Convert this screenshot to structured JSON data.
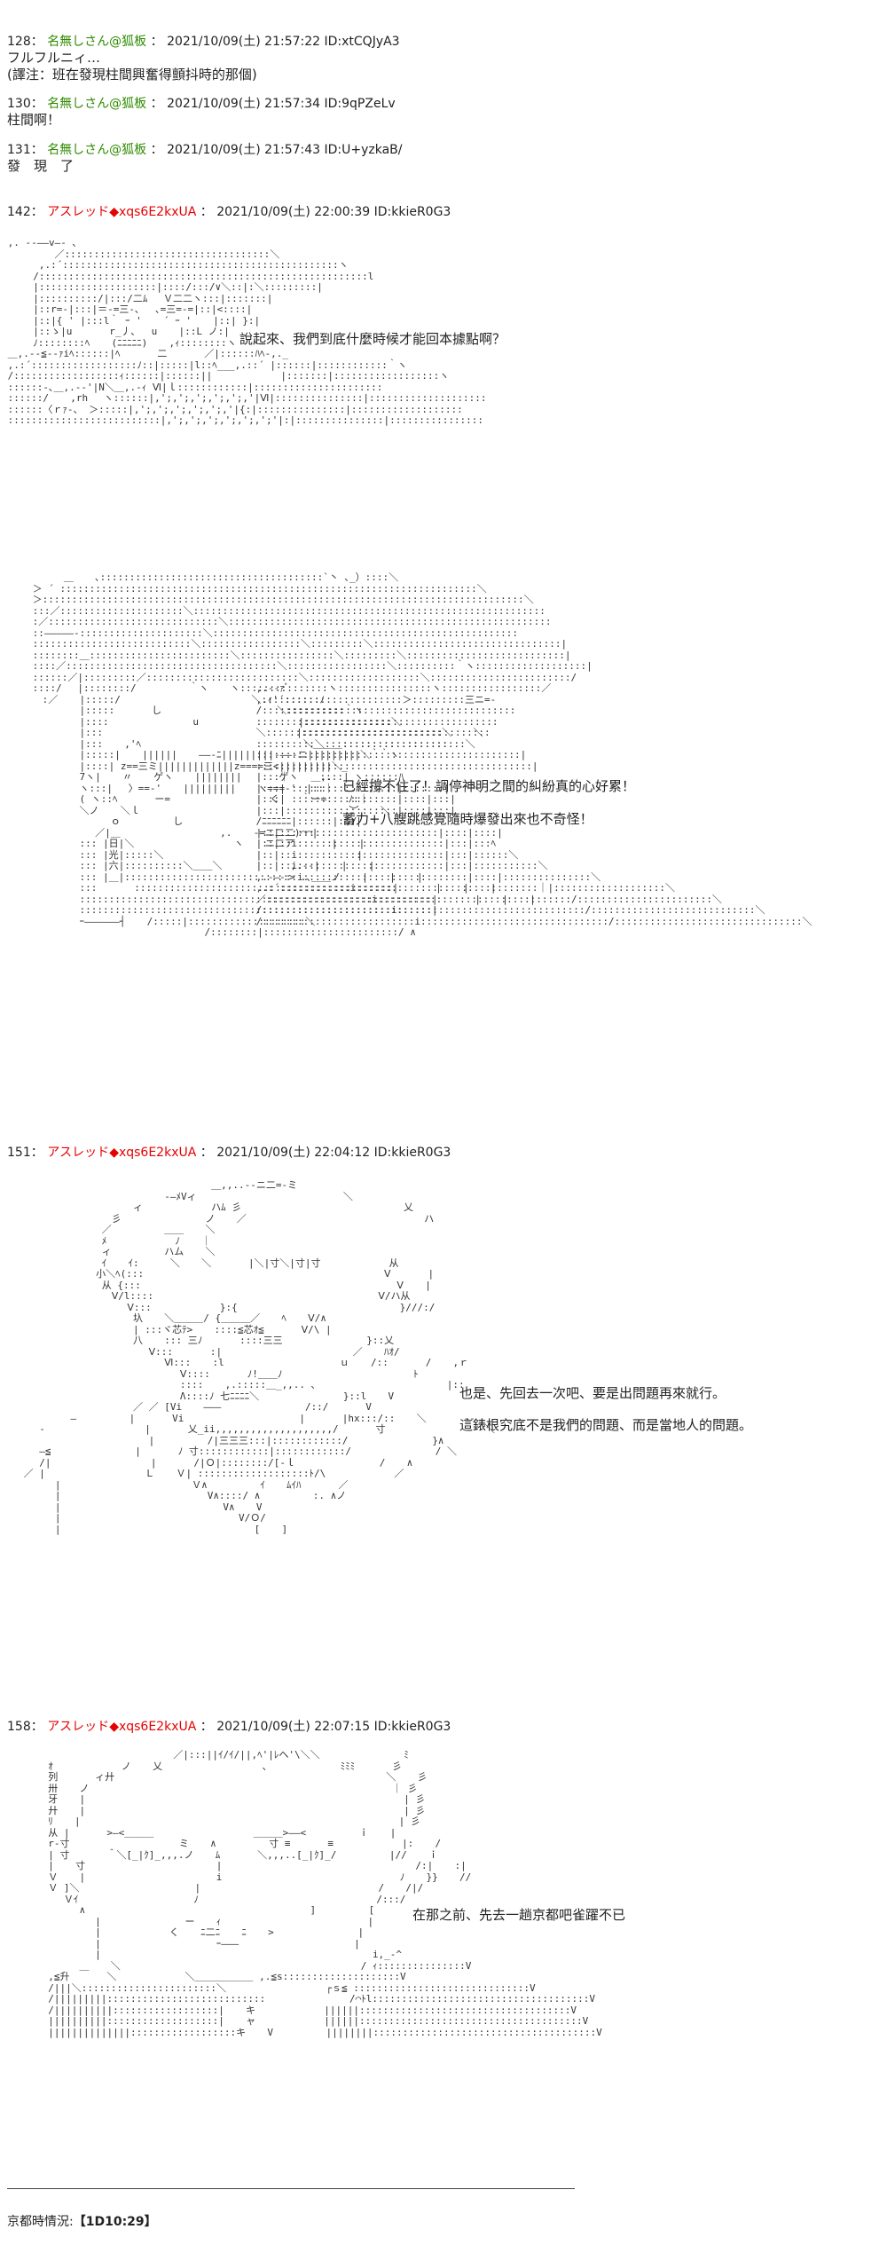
{
  "posts": [
    {
      "num": "128",
      "sep": "：",
      "name": "名無しさん@狐板",
      "date": "2021/10/09(土) 21:57:22",
      "id": "ID:xtCQJyA3",
      "lines": [
        "フルフルニィ…",
        "(譯注：班在發現柱間興奮得顫抖時的那個)"
      ]
    },
    {
      "num": "130",
      "sep": "：",
      "name": "名無しさん@狐板",
      "date": "2021/10/09(土) 21:57:34",
      "id": "ID:9qPZeLv",
      "lines": [
        "柱間啊！"
      ]
    },
    {
      "num": "131",
      "sep": "：",
      "name": "名無しさん@狐板",
      "date": "2021/10/09(土) 21:57:43",
      "id": "ID:U+yzkaB/",
      "lines": [
        "發　現　了"
      ]
    },
    {
      "num": "142",
      "sep": "：",
      "name": "アスレッド",
      "trip": "◆xqs6E2kxUA",
      "date": "2021/10/09(土) 22:00:39",
      "id": "ID:kkieR0G3",
      "speech": [
        "說起來、我們到底什麼時候才能回本據點啊？"
      ]
    },
    {
      "speech": [
        "已經撐不住了！調停神明之間的糾紛真的心好累！",
        "蓄力+八艘跳感覺隨時爆發出來也不奇怪！"
      ]
    },
    {
      "num": "151",
      "sep": "：",
      "name": "アスレッド",
      "trip": "◆xqs6E2kxUA",
      "date": "2021/10/09(土) 22:04:12",
      "id": "ID:kkieR0G3",
      "speech": [
        "也是、先回去一次吧、要是出問題再來就行。",
        "這錶根究底不是我們的問題、而是當地人的問題。"
      ]
    },
    {
      "num": "158",
      "sep": "：",
      "name": "アスレッド",
      "trip": "◆xqs6E2kxUA",
      "date": "2021/10/09(土) 22:07:15",
      "id": "ID:kkieR0G3",
      "speech": [
        "在那之前、先去一趟京都吧雀躍不已"
      ]
    }
  ],
  "footer": {
    "label": "京都時情況:",
    "value": "【1D10:29】"
  },
  "art": {
    "a1": " ,. --――v―‐ ､\n 　 　 　 ／:::::::::::::::::::::::::::::::::::＼\n 　 　 ,.:´:::::::::::::::::::::::::::::::::::::::::::::::ヽ\n 　 　/::::::::::::::::::::::::::::::::::::::::::::::::::::::::l\n 　 　|::::::::::::::::::::|::::/:::/∨＼::|:＼:::::::::|\n 　 　|::::::::::/|:::/二ﾑ　 Ｖ二二ヽ:::|:::::::|\n 　 　|::r=-|:::|＝-=三-､　 ､=三=-=|::|<::::|\n 　 　|::|{ ' |:::l｀ ｰ ' 　 ´ ｰ ' 　 |::| }:|\n 　 　|::ゝ|u 　 　 r_丿､ 　u 　 |::L ノ:|\n 　 　ﾉ::::::::ﾍ 　 (ﾆﾆﾆﾆﾆ) 　 ,ｨ::::::::ヽ\n ＿,.-‐≦-‐ｧiﾍ::::::|ﾍ 　 　 二 　 　 ／|::::::ﾊﾍ-,._\n ,.:´::::::::::::::::::ﾉ::|:::::|l::ﾍ___,.::´ |::::::|::::::::::::｀ヽ\n /::::::::::::::::::ｨ::::::|::::::|| 　 　 　 　 |:::::::|::::::::::::::::::ヽ\n ::::::-､＿,.-‐'|N＼＿,.-ｨ Ⅵ|ｌ::::::::::::|::::::::::::::::::::::\n ::::::/ 　 ,rh 　ヽ::::::|,';,';,';,';,';,'|Ⅵ|:::::::::::::::|::::::::::::::::::::\n ::::::〈ｒｧ-、 ＞:::::|,';,';,';,';,';,'|{:|:::::::::::::::|:::::::::::::::::::\n ::::::::::::::::::::::::::|,';,';,';,';,';,';'|:|:::::::::::::::|::::::::::::::::",
    "a2": " 　　　　　　　　　　　　　　　　　_,.. ‐―― 、\n 　　　　　　　　　　　　　　　 ／::::::::::::::::::::::::::::::::＼\n 　　　　　　　　　　　　　　 /::::::::::::::::::::::::::::::::::::::::::＼\n 　　　　　　　　　　　　　 /:::::::::::::::::::::::::::::::::::::::::::::::ヽ\n 　　　　　　　　　　　　 /:::::::::/:::::::::::::::::::::::::::::::::::::::::::::ﾍ\n 　　　　　　　　　　　 /::::::::/::::/:::/:::::::::::::::::::::::::::::::::::::::',\n 　　　　　　　　　　　/::::::::/::::/:::/::::::::::/::::::::::::::::::::::::::::::|\n 　　　　　　　　　　/::::::::/::::/:::/::::/:::::/::::/:::::::::::::::::::::::::::l\n 　　　　　　　　　 /::::::::::::::::::::::::::/::::::::::/:::::::::::::::::::::::::::,:l\n ―――――――――――‐/::::::::::::::::::::::::::/::::::::::/::::::::::::::::::::::::::／｀",
    "a3": " 　　　　　　 　 　 　 　 ＿,,..、-―‐ ､\n 　　　　　　　 　 　 ,.ｨ´::::::::::::::::::::::::::::::::`ヽ\n 　　　　　　　 　 　/::::::::::::::::::::::::::::::::::::::::::::::::ヽ",
    "b1": " 　 　 ＿ 　 ､::::::::::::::::::::::::::::::::::::::`丶 ､_）::::＼\n ＞ ´ :::::::::::::::::::::::::::::::::::::::::::::::::::::::::::::::::::::::＼\n ＞::::::::::::::::::::::::::::::::::::::::::::::::::::::::::::::::::::::::::::::::::＼\n :::／:::::::::::::::::::::＼::::::::::::::::::::::::::::::::::::::::::::::::::::::::::::\n :／:::::::::::::::::::::::::::::＼:::::::::::::::::::::::::::::::::::::::::::::::::::::::\n ::―――――‐:::::::::::::::::::::＼::::::::::::::::::::::::::::::::::::::::::::::::::::\n :::::::::::::::::::::::::::＼:::::::::::::::::＼:::::::::＼::::::::::::::::::::::::::::::::|\n ::::::::＿::::::::::::::::::::::::＼::::::::::::::::＼:::::::::＼:::::::::::::::::::::::::::|\n ::::／::::::::::::::::::::::::::::::::::::＼:::::::::::::::::＼::::::::::｀ヽ:::::::::::::::::::|\n ::::::／|:::::::::／::::::::::::::::::::::::::＼:::::::::::::::::::＼::::::::::::::::::::::::/\n ::::/ 　|::::::::/ 　 　 　 ｀ヽ 　 ヽ:::::::::::::::ヽ::::::::::::::::ヽ:::::::::::::::::／\n 　:／ 　 |:::::/ 　 　 　 　 　 　 　 　 ＼::::::::::::::::::::::::＞:::::::::三ニ=-\n 　 　 　 |::::: 　 　 し 　 　 　 　 　 　 　 ＼:::::::::::::::::::::::::::::::::::::::\n 　 　 　 |:::: 　 　 　 　 　 u 　 　 　 　 　 　 |:::::::::::::::::::::::::::::::::\n 　 　 　 |::: 　 　 　 　 　 　 　 　 　 　 　 　 |::::::::::::::::::::::::::::::::\n 　 　 　 |::: 　 ,'ﾍ 　 　 　 　 　 　 　 　 　 　 ＼＿＿＿::::::::::::::::::\n 　 　 　 |:::::| 　 |||||| 　 ――‐ﾆ|||||||||‐――‐ニ|||||||||＼｀｀ヽ\n 　 　 　 |::::| z==三ミ|||||||||||||z====三<|||||||||＼_\n 　 　 　 7ヽ| 　 〃 　 ゲヽ 　 |||||||| 　 　 ゲヽ 　 ::::|\n 　 　 　 ヽ:::|　 〉==-' 　 ||||||||| 　 ヽ===-'　|::｜\n 　 　 　 ( ヽ::ﾍ 　 　 ー= 　 　 　 　 　 　 く 　 ｀ー= 　 ﾉ:｜\n 　 　 　 ＼ノ 　 ＼ｌ 　 　 　 　 　 　 　 　 　 　 　 　 　 ︶ 　 ＼\n 　 　 　 　 　 ｏ 　 　 　 し 　 　 　 　 　 　 　 　 　 　 ,/\n 　 　 　 　 ／|＿ 　 　 　 　 　 　 ,. 　 -=ニ二二)⌒⌒|\n 　 　 　 ::: |日|＼ 　 　 　 　 　 　 ヽ 　 ニ二ア 　 　 | 　 |\n 　 　 　 ::: |光|:::::＼ 　 　 　 　 　 　 　 　 　 　 　 　 |\n 　 　 　 ::: |六|::::::::::＼＿＿＼ 　 　 　 　 ,.-‐| 　 | 　 |\n 　 　 　 ::: |＿|::::::::::::::::::::::::::::> .､＿＿ノ 　 | 　 | 　 |\n 　 　 　 ::: 　 　 ::::::::::::::::::::::::::::::::::::::::::::| 　 　 | 　 | 　 |\n 　 　 　 ::::::::::::::::::::::::::::::::::::::::::::::::::::::::::::| 　 　 | 　 | 　 |\n 　 　 　 ::::::::::::::::::::::::::::::::::::::::::::::::::::::::::::|\n 　 　 　 ｰ――――――┤ 　 /:::::|::::::::::::::::::::＼\n 　 　 　 　 　 　 　 　 　 　 　 /::::::::|:::::::::::::::::::::::/ ∧",
    "b2": " ,.-‐ｧﾞ\n ,.ｨ'´::::::ﾉ\n /::::::::::::::｀ヽ\n :::::::::::::::::::::::＼\n ＼::::::::::::::::::::::::::::::＼ 　 ＼\n ::::::::::＼::::::::::::::::::::::::＼\n :::::::::::::::::::::::::::::::::::::::::::::|\n :::::::::::::::::::::::::::::::::::::::::::::::|\n |:::｜ 　 ＿,. 　 ヽ::::::ﾊ\n |:::| ::::::::::::::::::|:::::::| 　 ＼\n |:::| ::::::::::::::::::|::::|:::|\n |:::|:::::::::::::::::::|::::|:::|\n /ﾆﾆﾆﾆﾆﾆ|::::::|:::|\n |::|:::::::::::::::::::::::::::|::::|::::|\n |::|::i:::::::::::::::::::::::::|:::|:::ﾍ\n |::|::i:::::::::::::::::::::::::|:::|::::::＼\n |::|::i:::::::::::::::::::::::::|:::|:::::::::::＼\n ,.-―‐::i::::::::::::::::::::::::::::|::::|:::::::::::::::＼\n ,.:´::::::::::::i:::::::::::::::::::::::::::::::｜|:::::::::::::::::::＼\n ／::::::::::::::::::i:::::::::::::::::::::::::::::::::/:::::::::::::::::::::::＼\n /::::::::::::::::::::::i::::::::::::::::::::::::::::::::/::::::::::::::::::::::::::::＼\n /::::::::::::::::::::::::::i::::::::::::::::::::::::::::::::/::::::::::::::::::::::::::::::::＼",
    "c1": " 　 　 　 　 　 　 　 　 　 　 　 　 ＿,,..-‐ニ二=-ミ\n 　 　 　 　 　 　 　 　 　 ‐―ﾒVィ 　 　 　 　 　 　 　 　 　 ＼\n 　 　 　 　 　 　 　 ィ 　 　 　 　 ハﾑ 彡 　 　 　 　 　 　 　 　 　 　 乂\n 　 　 　 　 　 　彡 　 　 　 　 　 ノ 　 ／ 　 　 　 　 　 　 　 　 　 　 　 ハ\n 　 　 　 　 　 ／ 　 　 　 ＿＿ 　 ＼\n 　 　 　 　 　 ﾒ 　 　 　 　 ﾉ 　 ｜\n 　 　 　 　 　 ィ 　 　 　 ハム 　 ＼\n 　 　 　 　 　 ｲ 　 ｲ:　 　 ＼ 　 ＼ 　 　 |＼|寸＼|寸|寸 　 　 　 　 从\n 　 　 　 　 　小＼ﾍ(::: 　 　 　 　 　 　 　 　 　 　 　 　 　 　 　 Ⅴ 　 　 |\n 　 　 　 　 　 从 {::: 　 　 　 　 　 　 　 　 　 　 　 　 　 　 　 　 Ⅴ 　 |\n 　 　 　 　 　 　Ⅴ/l:::: 　 　 　 　 　 　 　 　 　 　 　 　 　 　 Ⅴ/ハ从\n 　 　 　 　 　 　 　Ⅴ::: 　 　 　 　 }:{ 　 　 　 　 　 　 　 　 　 　 }///:/\n 　 　 　 　 　 　 　 圦 　 ＼＿＿＿/ {＿＿＿／ 　 ﾍ 　 Ⅴ/∧\n 　 　 　 　 　 　 　 | :::ヾ芯ﾃ> 　 ::::≦芯ｵ≦ 　 　 Ⅴ/\\ |\n 　 　 　 　 　 　 　 八 　 ::: 三ﾉ 　 　 ::::三三 　 　 　 　 　 }::乂\n 　 　 　 　 　 　 　 　 Ⅴ::: 　 　 :| 　 　 　 　 　 　 　 　 ／ 　 ﾊｵ/\n 　 　 　 　 　 　 　 　 　 Ⅵ::: 　 :l 　 　 　 　 　 　 　 ｕ 　 /:: 　 　 / 　 ,ｒ\n 　 　 　 　 　 　 　 　 　 　 Ⅴ:::: 　 　 ﾉ!＿＿ﾉ 　 　 　 　 　 　 　 　 ﾄ\n 　 　 　 　 　 　 　 　 　 　 :::: 　 ,.:::::＿_,,.. ､ 　 　 　 　 　 　 　 　 |::\n 　 　 　 　 　 　 　 　 　 　 Λ::::ﾉ 七ﾆﾆﾆﾆ＼ 　 　 　 　 　 }::l 　 V\n 　 　 　 　 　 　 　 ／ ／ [Vi 　 ――― 　 　 　 　 　 /::/ 　 　 V\n 　 　 　 ― 　 　 　 | 　 　 Vi 　 　 　 　 　 　 　 | 　 　 |hx:::/:: 　 ＼ 　 　 ‐-\n 　 ‐ 　 　 　 　 　 　 | 　 　 乂_ii,,,,,,,,,,,,,,,,,,,,/ 　 　 寸 　 　 　 　 　 　 ＼\n 　 　 　 　 　 　 　 　 | 　 　 　 /|三三三:::|::::::::::::/ 　 　 　 　 　 }∧\n 　 ―≦ 　 　 　 　 　 | 　 　 ﾉ 寸::::::::::::|::::::::::::/ 　 　 　 　 　 / ＼\n 　 /| 　 　 　 　 　 　 | 　 　 /|Ｏ|::::::::/[-ｌ 　 　 　 　 　 / 　 ∧\n ／ | 　 　 　 　 　 　 Ｌ 　 Ｖ| :::::::::::::::::::ﾄ/\\ 　 　 　 　 ／\n 　 　 | 　 　 　 　 　 　 　 　 Ｖ∧ 　 　 　 ｲ 　 ﾑｲﾊ 　 　 ／\n 　 　 | 　 　 　 　 　 　 　 　 　 V∧::::/ ∧ 　 　 　 :. ∧ノ\n 　 　 | 　 　 　 　 　 　 　 　 　 　 V∧ 　 V\n 　 　 | 　 　 　 　 　 　 　 　 　 　 　 V/Ｏ/\n 　 　 | 　 　 　 　 　 　 　 　 　 　 　 　 [ 　 ]",
    "d1": " 　 　 　 　 　 　 　 　 　 ／|:::||ｲ/ｲ/||,ﾍ'|ﾚヘ'\\＼＼ 　 　 　 　 　 ﾐ\n 　 ｵ 　 　 　 　 ノ 　 乂 　 　 　 　 　 　 、 　 　 　 　 ﾐﾐﾐ 　 　 彡\n 　 列 　 　 ィ廾 　 　 　 　 　 　 　 　 　 　 　 　 　 　 　 　 　 ＼ 　 彡\n 　 卅 　 ノ 　 　 　 　 　 　 　 　 　 　 　 　 　 　 　 　 　 　 　 ｜ 彡\n 　 牙 　 | 　 　 　 　 　 　 　 　 　 　 　 　 　 　 　 　 　 　 　 　 | 彡\n 　 廾 　 | 　 　 　 　 　 　 　 　 　 　 　 　 　 　 　 　 　 　 　 　 | 彡\n 　 ﾘ 　 | 　 　 　 　 　 　 　 　 　 　 　 　 　 　 　 　 　 　 　 　 | 彡\n 　 从 | 　 　 >―<＿＿＿ 　 　 　 　 　 　 ＿＿＿>――< 　 　 　 ｉ 　 |\n 　 r‐寸 　 　 　 　 　 　 　ミ 　 ∧ 　 　 　 寸 ≡ 　 　 ≡ 　 　 　 　 |: 　 /\n 　 | 寸 　 　 ＾＼[_|ｸ]_,,,.ノ 　 ﾑ 　 　 ＼,,,..[_|ｸ]_/ 　 　 　 |// 　 ｉ\n 　 | 　 寸 　 　 　 　 　 　 　 　 | 　 　 　 　 　 　 　 　 　 　 　 　 /:| 　 :|\n 　 Ｖ 　 | 　 　 　 　 　 　 　 　 i 　 　 　 　 　 　 　 　 　 　 　 ﾉ 　 }} 　 //\n 　 Ｖ ]＼ 　 　 　 　 　 　 　 | 　 　 　 　 　 　 　 　 　 　 　 / 　 /|/\n 　 　 Ｖｲ 　 　 　 　 　 　 　 ﾉ 　 　 　 　 　 　 　 　 　 　 　 /:::/\n 　 　 　 ∧ 　 　 　 　 　 　 　 　 　 　 　 　 　 　 ] 　 　 　 [\n 　 　 　 　 | 　 　 　 　 　 ー 　 ｨ 　 　 　 　 　 　 　 　 　 |\n 　 　 　 　 | 　 　 　 　 く 　 ﾆ二ﾆ 　 ﾆ 　 > 　 　 　 　 　 |\n 　 　 　 　 | 　 　 　 　 　 　 　 ｰ――― 　 　 　 　 　 　 　 |\n 　 　 　 　 | 　 　 　 　 　 　 　 　 　 　 　 　 　 　 　 　 　 i,_‐^\n 　 　 　 ＿ 　 ＼ 　 　 　 　 　 　 　 　 　 　 　 　 　 　 　 / ｨ:::::::::::::::V\n 　 ,≦升 　 　 ＼ 　 　 　 　 ＼＿＿＿＿＿＿ ,.≦s::::::::::::::::::::V\n 　 /|||＼:::::::::::::::::::::::＼ 　 　 　 　 　 　 ┌ｓ≦ ::::::::::::::::::::::::::::::V\n 　 /|||||||||::::::::::::::::::::::::::: 　 　 　 　 　 /⌒ﾄl:::::::::::::::::::::::::::::::::::::V\n 　 /||||||||||::::::::::::::::::| 　 キ 　 　 　 　 ||||||::::::::::::::::::::::::::::::::::::V\n 　 ||||||||||:::::::::::::::::::| 　 ャ 　 　 　 　 ||||||::::::::::::::::::::::::::::::::::::::V\n 　 ||||||||||||||::::::::::::::::::キ 　 V 　 　 　 ||||||||::::::::::::::::::::::::::::::::::::::V"
  }
}
